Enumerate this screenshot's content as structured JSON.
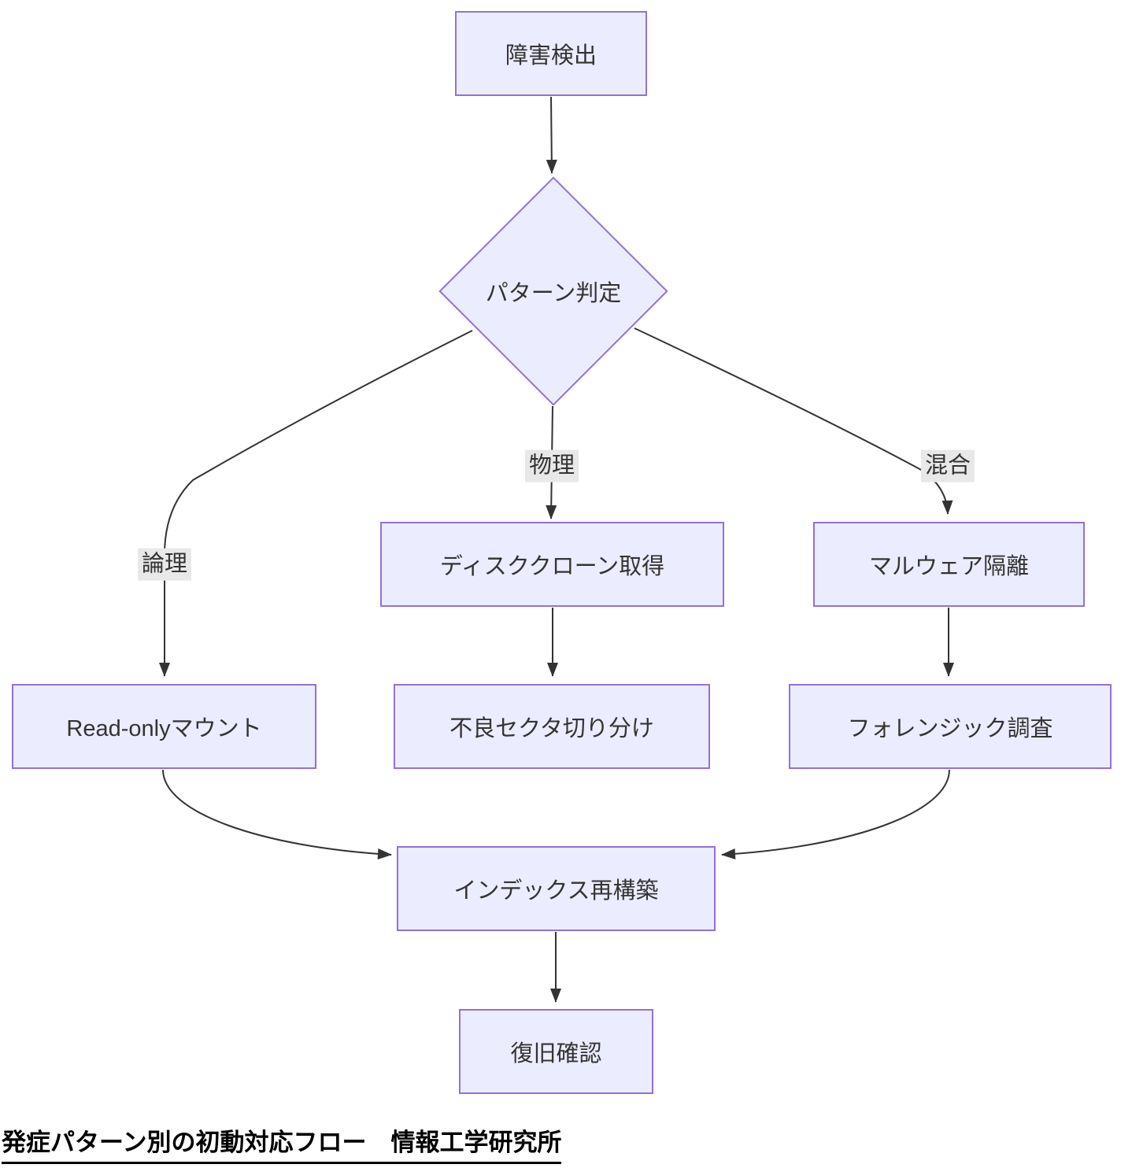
{
  "diagram": {
    "nodes": {
      "fault_detect": "障害検出",
      "pattern_judge": "パターン判定",
      "disk_clone": "ディスククローン取得",
      "malware_isolate": "マルウェア隔離",
      "readonly_mount": "Read-onlyマウント",
      "bad_sector_triage": "不良セクタ切り分け",
      "forensic_investigation": "フォレンジック調査",
      "index_rebuild": "インデックス再構築",
      "recovery_check": "復旧確認"
    },
    "edge_labels": {
      "logical": "論理",
      "physical": "物理",
      "mixed": "混合"
    },
    "edges": [
      {
        "from": "障害検出",
        "to": "パターン判定",
        "label": ""
      },
      {
        "from": "パターン判定",
        "to": "Read-onlyマウント",
        "label": "論理"
      },
      {
        "from": "パターン判定",
        "to": "ディスククローン取得",
        "label": "物理"
      },
      {
        "from": "パターン判定",
        "to": "マルウェア隔離",
        "label": "混合"
      },
      {
        "from": "ディスククローン取得",
        "to": "不良セクタ切り分け",
        "label": ""
      },
      {
        "from": "マルウェア隔離",
        "to": "フォレンジック調査",
        "label": ""
      },
      {
        "from": "Read-onlyマウント",
        "to": "インデックス再構築",
        "label": ""
      },
      {
        "from": "フォレンジック調査",
        "to": "インデックス再構築",
        "label": ""
      },
      {
        "from": "インデックス再構築",
        "to": "復旧確認",
        "label": ""
      }
    ],
    "caption": "発症パターン別の初動対応フロー　情報工学研究所",
    "colors": {
      "node_fill": "#ECECFF",
      "node_border": "#9370DB",
      "edge": "#333333",
      "edge_label_bg": "#e8e8e8",
      "text": "#333333"
    }
  }
}
